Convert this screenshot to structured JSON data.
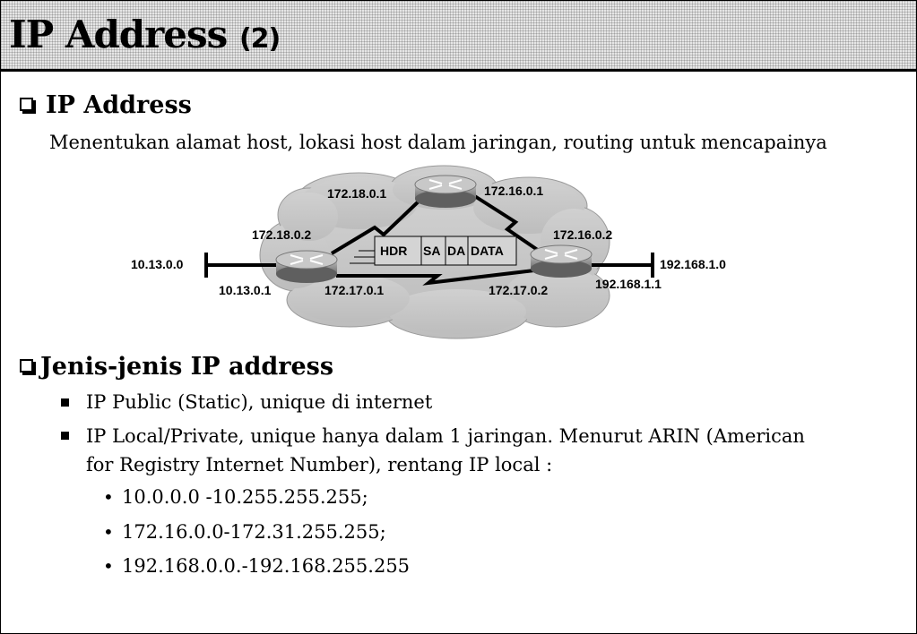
{
  "slide": {
    "title": "IP Address",
    "title_number": "(2)",
    "section1": {
      "heading": "IP Address",
      "description": "Menentukan alamat host, lokasi host dalam jaringan, routing untuk mencapainya"
    },
    "diagram": {
      "labels": {
        "net_left": "10.13.0.0",
        "net_right": "192.168.1.0",
        "r1_left": "10.13.0.1",
        "r1_top": "172.18.0.2",
        "r1_bottom": "172.17.0.1",
        "r2_left": "172.18.0.1",
        "r2_right": "172.16.0.1",
        "r3_top": "172.16.0.2",
        "r3_bottom": "172.17.0.2",
        "r3_right": "192.168.1.1"
      },
      "packet": [
        "HDR",
        "SA",
        "DA",
        "DATA"
      ]
    },
    "section2": {
      "heading": "Jenis-jenis IP address",
      "items": [
        "IP Public (Static), unique di internet",
        "IP Local/Private, unique hanya dalam 1 jaringan. Menurut ARIN (American",
        "for Registry Internet Number), rentang IP local :"
      ],
      "ranges": [
        "10.0.0.0 -10.255.255.255;",
        "172.16.0.0-172.31.255.255;",
        "192.168.0.0.-192.168.255.255"
      ]
    }
  }
}
